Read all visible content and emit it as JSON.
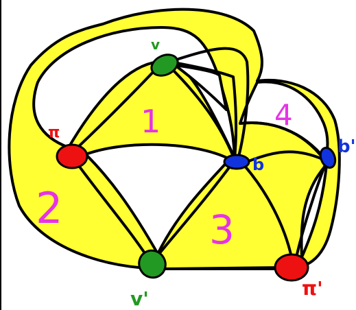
{
  "colors": {
    "region_fill": "#ffff33",
    "stroke": "#000000",
    "red": "#ee1111",
    "blue": "#1133dd",
    "green": "#229922",
    "magenta": "#e633e6"
  },
  "vertex_labels": {
    "v": "v",
    "pi": "π",
    "b": "b",
    "b_prime": "b'",
    "v_prime": "v'",
    "pi_prime": "π'"
  },
  "region_labels": {
    "r1": "1",
    "r2": "2",
    "r3": "3",
    "r4": "4"
  }
}
